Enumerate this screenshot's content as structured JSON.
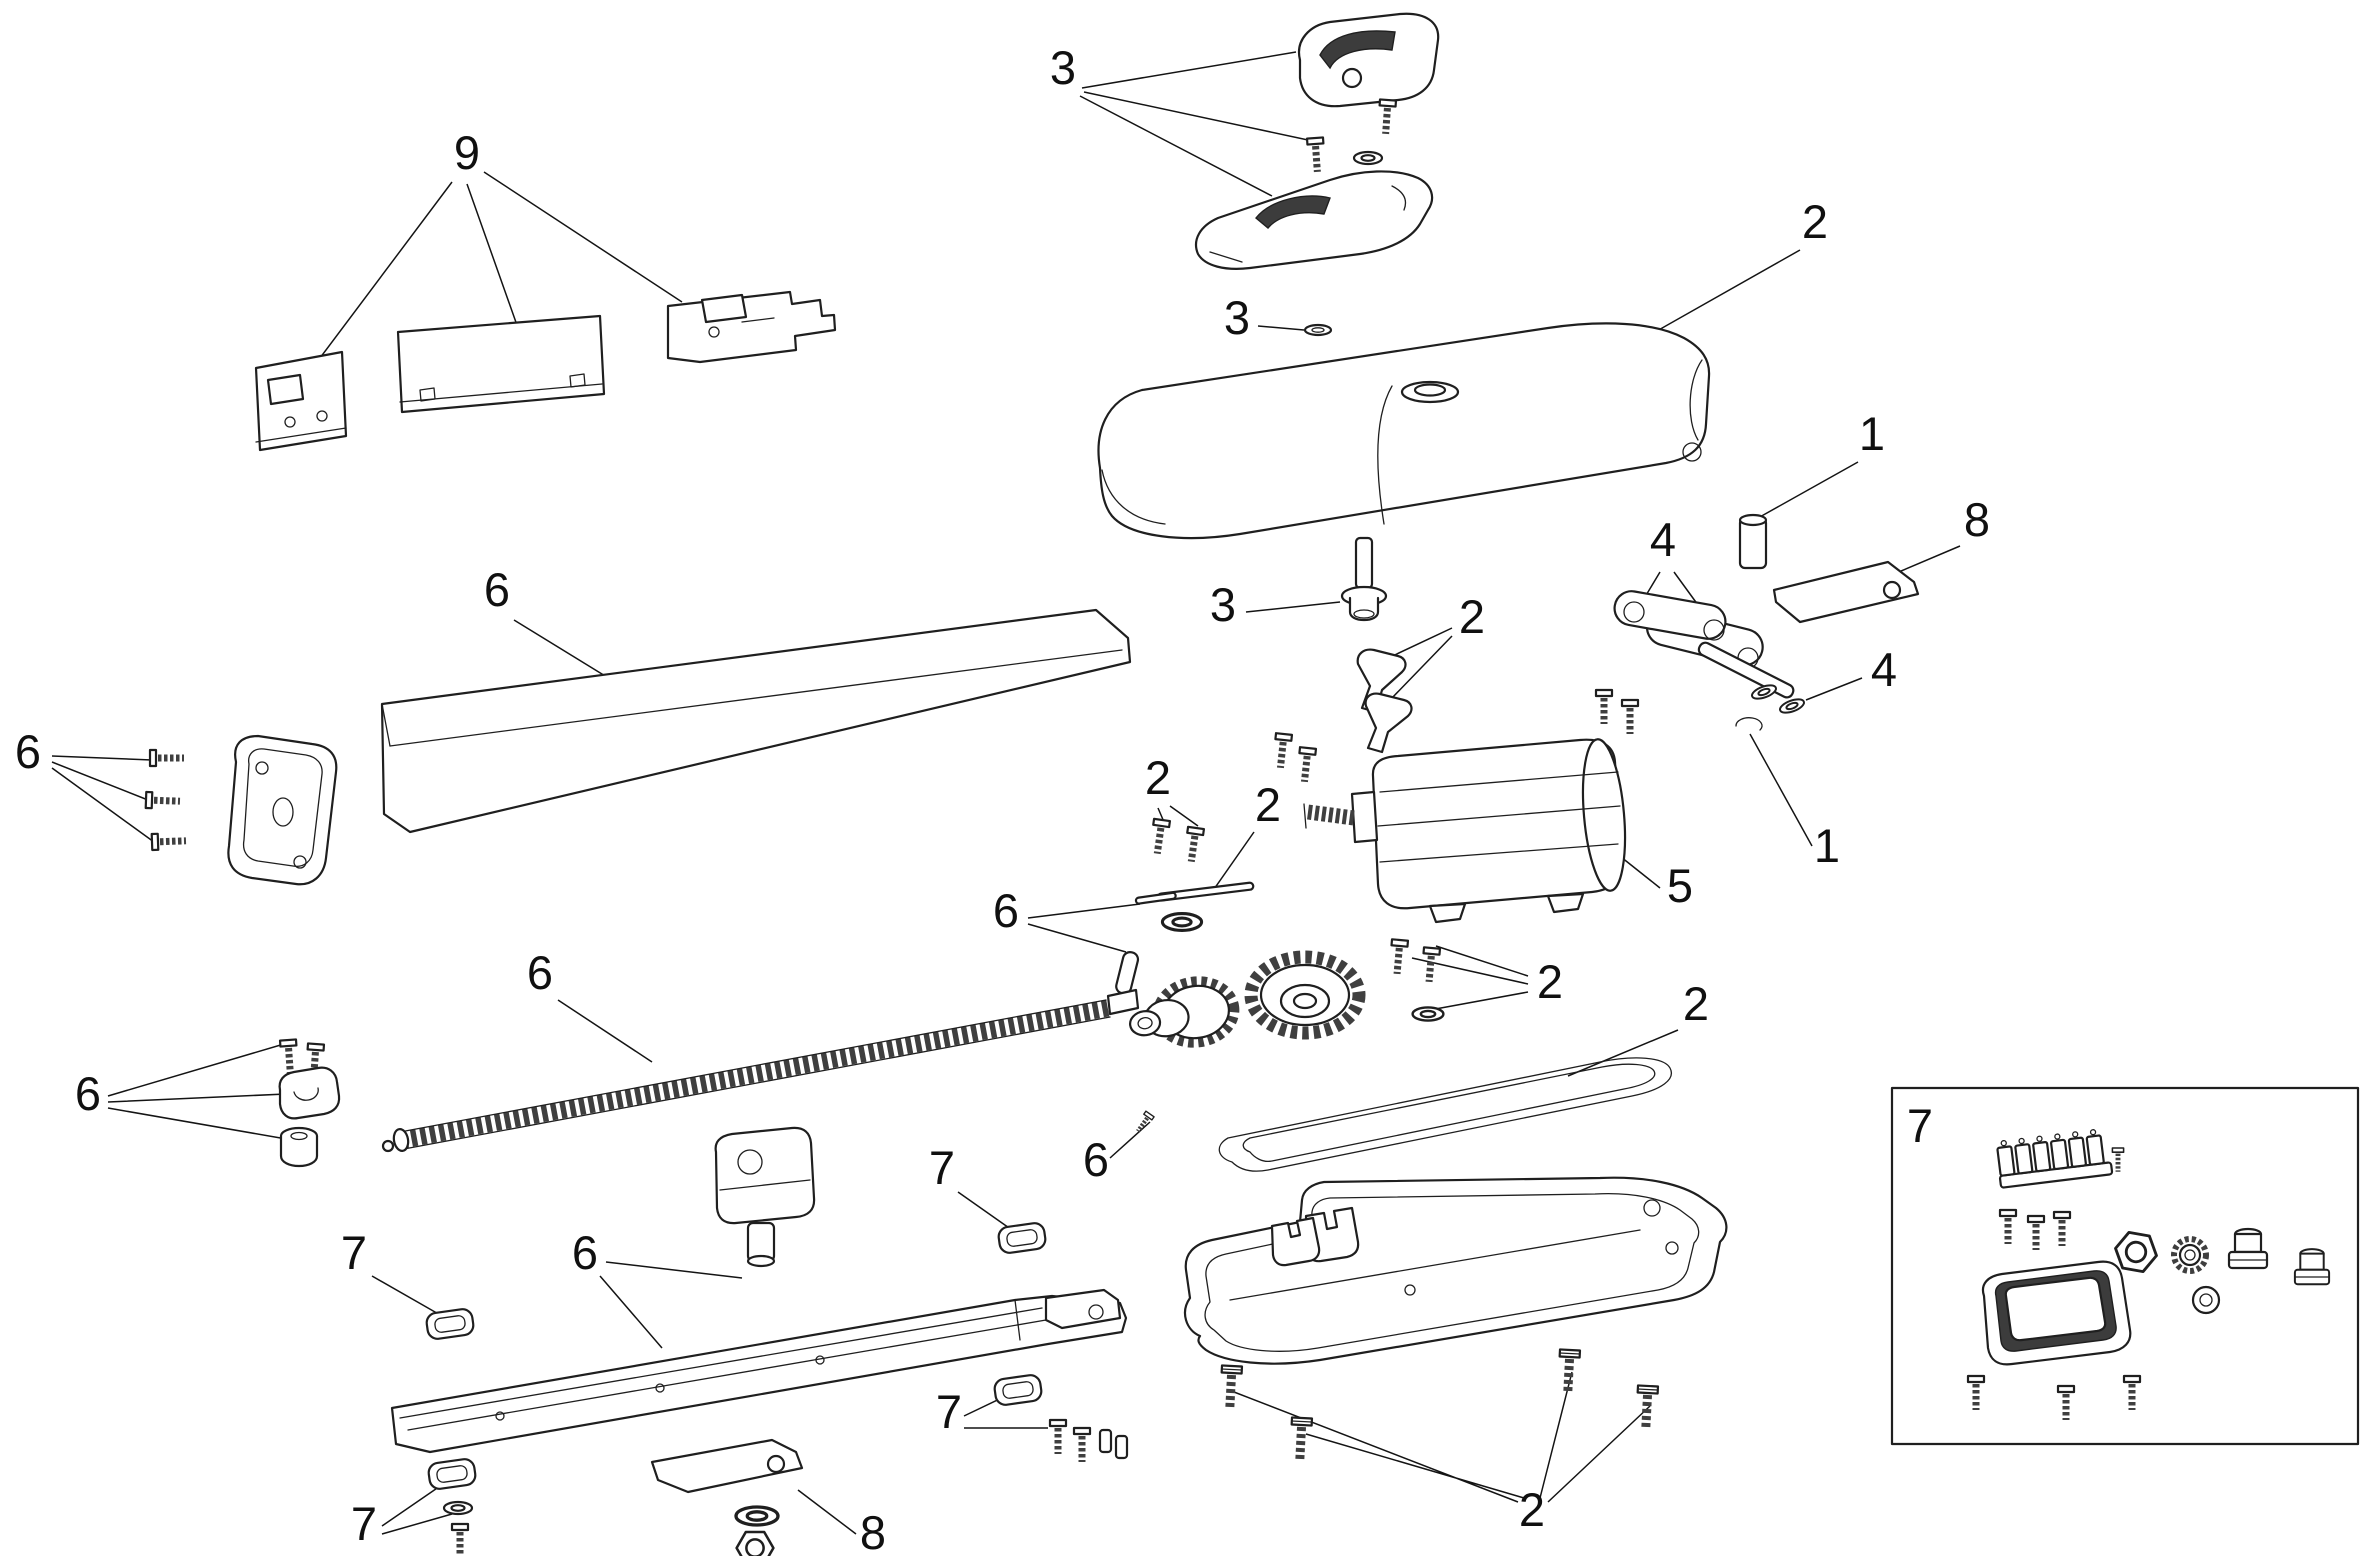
{
  "figure": {
    "kind": "exploded-parts-diagram",
    "subject": "gear-motor linear actuator exploded assembly view",
    "background_color": "#ffffff",
    "line_color": "#1f1f1f",
    "part_numbers_visible": [
      "1",
      "2",
      "3",
      "4",
      "5",
      "6",
      "7",
      "8",
      "9"
    ]
  },
  "callouts": [
    {
      "id": "callout-9",
      "label": "9"
    },
    {
      "id": "callout-3-release-covers",
      "label": "3"
    },
    {
      "id": "callout-2-motor-cover",
      "label": "2"
    },
    {
      "id": "callout-3-oring",
      "label": "3"
    },
    {
      "id": "callout-1-pin",
      "label": "1"
    },
    {
      "id": "callout-8-plate-top",
      "label": "8"
    },
    {
      "id": "callout-4-fork-arm",
      "label": "4"
    },
    {
      "id": "callout-3-flange-nut",
      "label": "3"
    },
    {
      "id": "callout-2-release-levers",
      "label": "2"
    },
    {
      "id": "callout-6-top-cover",
      "label": "6"
    },
    {
      "id": "callout-4-bushing",
      "label": "4"
    },
    {
      "id": "callout-6-end-cap",
      "label": "6"
    },
    {
      "id": "callout-2-screws-upper",
      "label": "2"
    },
    {
      "id": "callout-2-pin-rod",
      "label": "2"
    },
    {
      "id": "callout-1-circlip",
      "label": "1"
    },
    {
      "id": "callout-5-motor",
      "label": "5"
    },
    {
      "id": "callout-6-gear-pin",
      "label": "6"
    },
    {
      "id": "callout-2-screws-mid",
      "label": "2"
    },
    {
      "id": "callout-6-worm-screw",
      "label": "6"
    },
    {
      "id": "callout-2-gasket",
      "label": "2"
    },
    {
      "id": "callout-6-clamp-set",
      "label": "6"
    },
    {
      "id": "callout-7-inset",
      "label": "7"
    },
    {
      "id": "callout-6-grub-screw",
      "label": "6"
    },
    {
      "id": "callout-7-cap-upper",
      "label": "7"
    },
    {
      "id": "callout-6-rail",
      "label": "6"
    },
    {
      "id": "callout-7-cap-left",
      "label": "7"
    },
    {
      "id": "callout-7-cap-lower",
      "label": "7"
    },
    {
      "id": "callout-2-base-screws",
      "label": "2"
    },
    {
      "id": "callout-7-cap-bottom",
      "label": "7"
    },
    {
      "id": "callout-8-plate-bottom",
      "label": "8"
    }
  ]
}
